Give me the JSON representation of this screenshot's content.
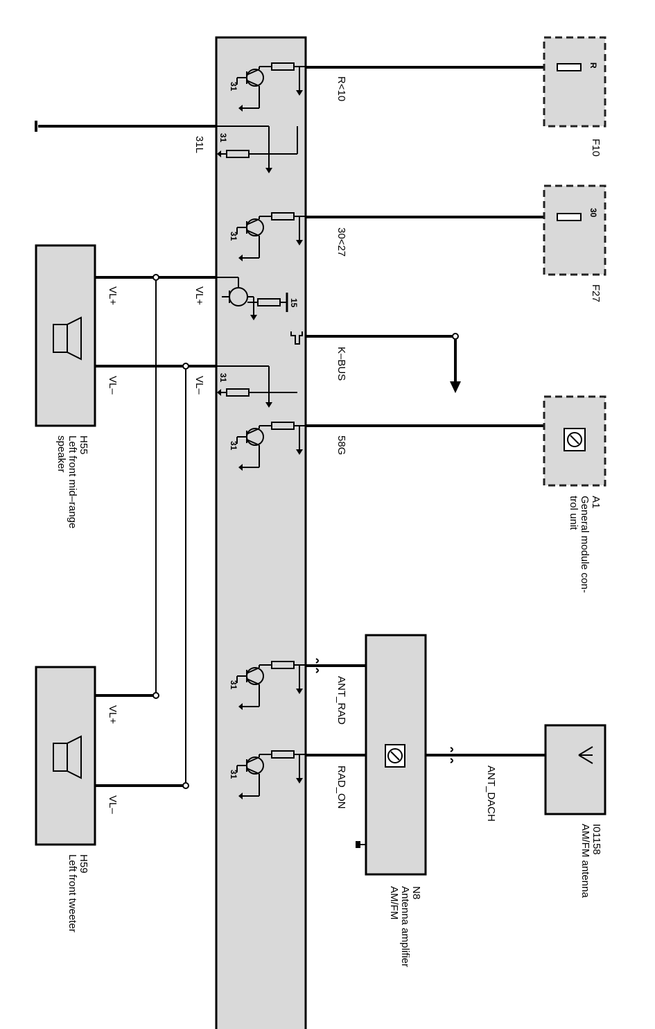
{
  "components": {
    "F10": {
      "id": "F10",
      "pin": "R"
    },
    "F27": {
      "id": "F27",
      "pin": "30"
    },
    "A1": {
      "id": "A1",
      "name_line1": "General module con-",
      "name_line2": "trol unit"
    },
    "I01158": {
      "id": "I01158",
      "name": "AM/FM  antenna"
    },
    "N8": {
      "id": "N8",
      "name_line1": "Antenna amplifier",
      "name_line2": "AM/FM"
    },
    "H55": {
      "id": "H55",
      "name_line1": "Left front mid–range",
      "name_line2": "speaker"
    },
    "H59": {
      "id": "H59",
      "name": "Left front tweeter"
    }
  },
  "wires": {
    "r10": "R<10",
    "l31": "31L",
    "w3027": "30<27",
    "kbus": "K–BUS",
    "w58g": "58G",
    "ant_rad": "ANT_RAD",
    "rad_on": "RAD_ON",
    "ant_dach": "ANT_DACH"
  },
  "speaker_pins": {
    "vl_plus": "VL+",
    "vl_minus": "VL–"
  },
  "module_pins": {
    "ground": "31",
    "ignition": "15"
  }
}
